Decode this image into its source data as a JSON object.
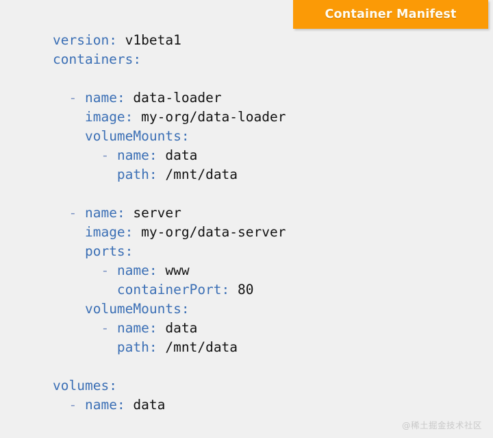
{
  "banner": {
    "title": "Container Manifest",
    "background_color": "#fb9a06",
    "text_color": "#fffdf3"
  },
  "slide": {
    "background_color": "#f0f0f0"
  },
  "code": {
    "language": "yaml",
    "key_color": "#3b6fb5",
    "value_color": "#111111",
    "dash_color": "#7b93c4",
    "lines": [
      {
        "indent": "",
        "dash": "",
        "key": "version",
        "colon": ":",
        "value": "v1beta1"
      },
      {
        "indent": "",
        "dash": "",
        "key": "containers",
        "colon": ":",
        "value": ""
      },
      {
        "blank": true
      },
      {
        "indent": "  ",
        "dash": "- ",
        "key": "name",
        "colon": ":",
        "value": "data-loader"
      },
      {
        "indent": "    ",
        "dash": "",
        "key": "image",
        "colon": ":",
        "value": "my-org/data-loader"
      },
      {
        "indent": "    ",
        "dash": "",
        "key": "volumeMounts",
        "colon": ":",
        "value": ""
      },
      {
        "indent": "      ",
        "dash": "- ",
        "key": "name",
        "colon": ":",
        "value": "data"
      },
      {
        "indent": "        ",
        "dash": "",
        "key": "path",
        "colon": ":",
        "value": "/mnt/data"
      },
      {
        "blank": true
      },
      {
        "indent": "  ",
        "dash": "- ",
        "key": "name",
        "colon": ":",
        "value": "server"
      },
      {
        "indent": "    ",
        "dash": "",
        "key": "image",
        "colon": ":",
        "value": "my-org/data-server"
      },
      {
        "indent": "    ",
        "dash": "",
        "key": "ports",
        "colon": ":",
        "value": ""
      },
      {
        "indent": "      ",
        "dash": "- ",
        "key": "name",
        "colon": ":",
        "value": "www"
      },
      {
        "indent": "        ",
        "dash": "",
        "key": "containerPort",
        "colon": ":",
        "value": "80"
      },
      {
        "indent": "    ",
        "dash": "",
        "key": "volumeMounts",
        "colon": ":",
        "value": ""
      },
      {
        "indent": "      ",
        "dash": "- ",
        "key": "name",
        "colon": ":",
        "value": "data"
      },
      {
        "indent": "        ",
        "dash": "",
        "key": "path",
        "colon": ":",
        "value": "/mnt/data"
      },
      {
        "blank": true
      },
      {
        "indent": "",
        "dash": "",
        "key": "volumes",
        "colon": ":",
        "value": ""
      },
      {
        "indent": "  ",
        "dash": "- ",
        "key": "name",
        "colon": ":",
        "value": "data"
      }
    ]
  },
  "watermark": {
    "text": "@稀土掘金技术社区"
  }
}
